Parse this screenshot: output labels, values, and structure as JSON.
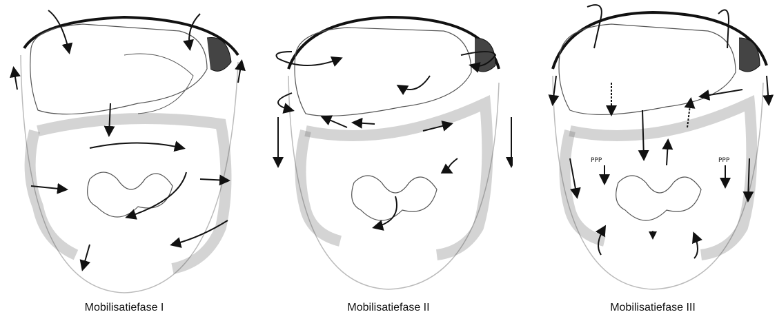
{
  "captions": [
    "Mobilisatiefase I",
    "Mobilisatiefase II",
    "Mobilisatiefase III"
  ],
  "annotations": {
    "left": "PPP",
    "right": "PPP"
  },
  "colors": {
    "ink": "#111111",
    "outline": "#555555",
    "faint": "#bbbbbb"
  }
}
